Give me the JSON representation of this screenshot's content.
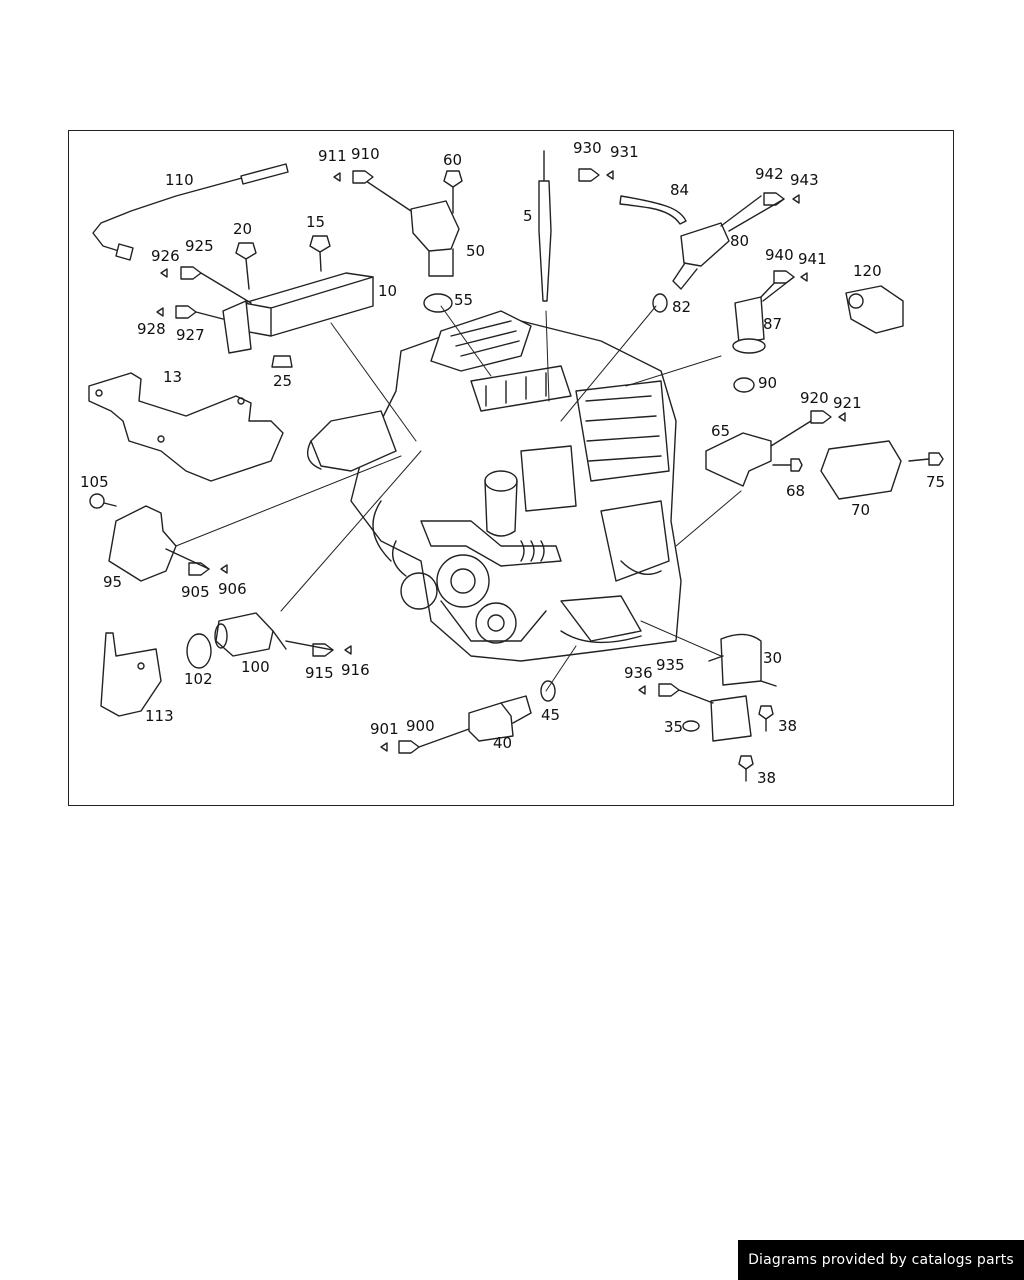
{
  "credit": "Diagrams provided by catalogs parts",
  "labels": [
    "110",
    "911",
    "910",
    "60",
    "930",
    "931",
    "84",
    "942",
    "943",
    "5",
    "80",
    "20",
    "15",
    "926",
    "925",
    "50",
    "10",
    "55",
    "82",
    "940",
    "941",
    "120",
    "928",
    "927",
    "87",
    "25",
    "90",
    "13",
    "920",
    "921",
    "65",
    "68",
    "75",
    "70",
    "105",
    "95",
    "905",
    "906",
    "100",
    "915",
    "916",
    "102",
    "113",
    "30",
    "936",
    "935",
    "901",
    "900",
    "45",
    "35",
    "38",
    "40",
    "38"
  ],
  "colors": {
    "line": "#222222",
    "background": "#ffffff",
    "banner": "#000000"
  }
}
